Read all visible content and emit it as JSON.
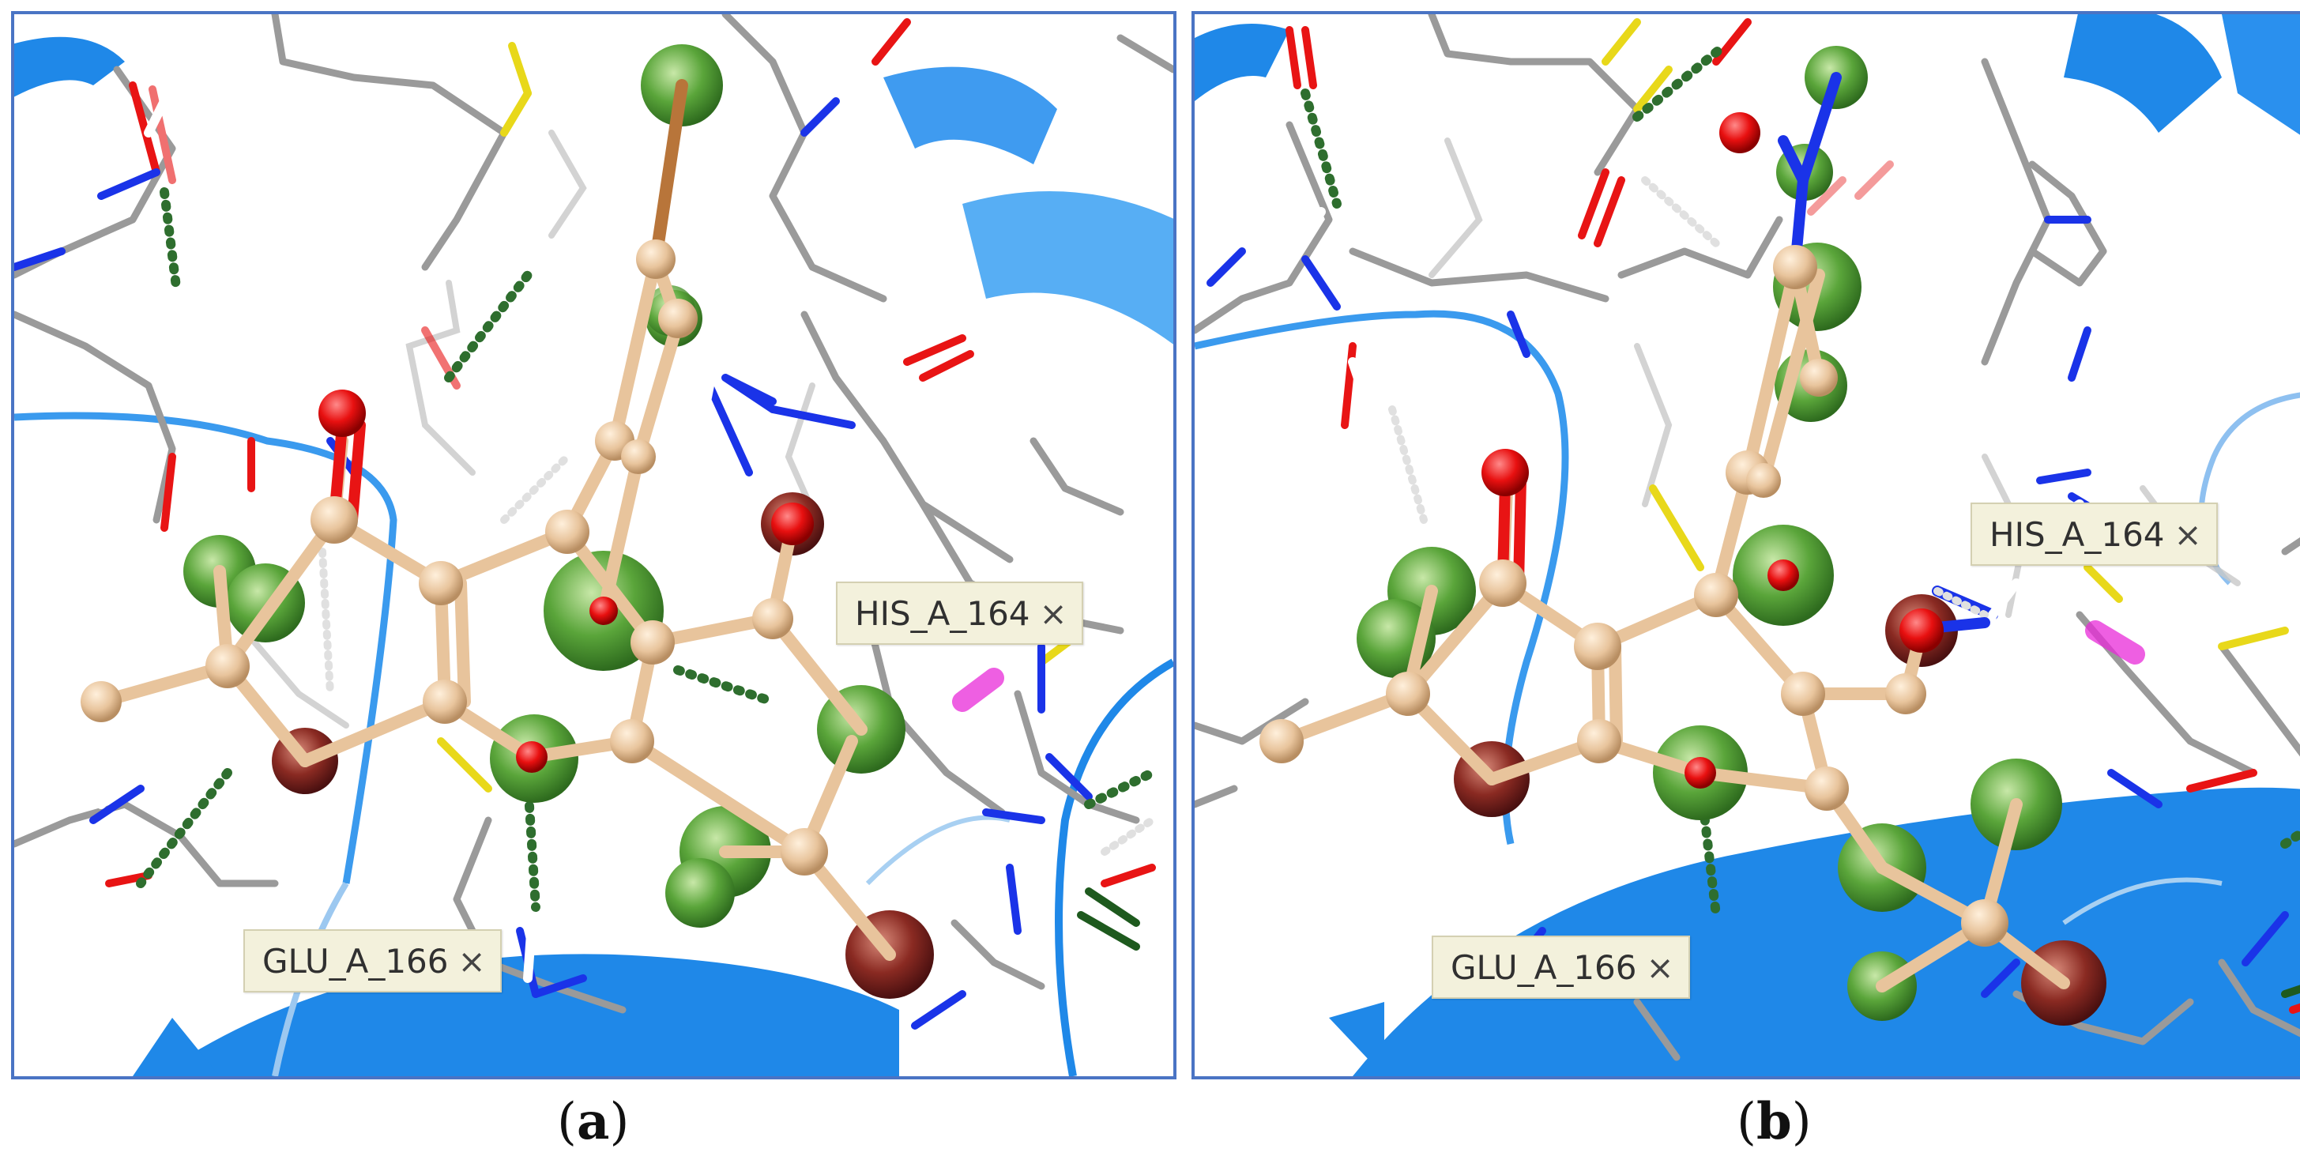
{
  "panels": [
    {
      "id": "a",
      "caption": "a",
      "labels": [
        {
          "text": "HIS_A_164",
          "close": "×"
        },
        {
          "text": "GLU_A_166",
          "close": "×"
        }
      ]
    },
    {
      "id": "b",
      "caption": "b",
      "labels": [
        {
          "text": "HIS_A_164",
          "close": "×"
        },
        {
          "text": "GLU_A_166",
          "close": "×"
        }
      ]
    }
  ],
  "colors": {
    "frame": "#4a74c4",
    "ribbon": "#1f88e8",
    "carbon_ligand": "#e8c49c",
    "oxygen": "#e81414",
    "nitrogen": "#1a33e8",
    "sulfur": "#e8d81a",
    "protein_stick": "#9a9a9a",
    "hbond": "#2e6e2e",
    "feature_hydrophobic": "#4a9a2a",
    "feature_acceptor": "#7a1a1a"
  }
}
